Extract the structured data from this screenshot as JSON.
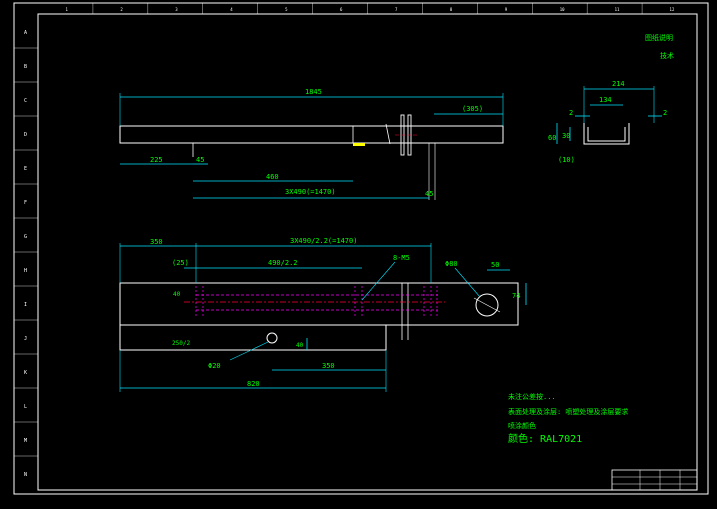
{
  "drawing": {
    "colors": {
      "background": "#000000",
      "frame": "#ffffff",
      "dimension": "#00e5ff",
      "text": "#00ff00",
      "centerline": "#ff0033",
      "hidden": "#ff00ff",
      "yellow": "#ffff00"
    },
    "border_letters_left": [
      "A",
      "B",
      "C",
      "D",
      "E",
      "F",
      "G",
      "H",
      "I",
      "J",
      "K",
      "L",
      "M",
      "N"
    ],
    "border_numbers_top": [
      "1",
      "2",
      "3",
      "4",
      "5",
      "6",
      "7",
      "8",
      "9",
      "10",
      "11",
      "12"
    ],
    "top_right_notes": {
      "line1": "图纸说明",
      "line2": "技术"
    },
    "profile_section": {
      "width_total": "214",
      "width_inner": "134",
      "lip_left": "2",
      "lip_right": "2",
      "height_outer": "60",
      "height_inner": "30",
      "thickness": "(10)"
    },
    "front_view": {
      "overall_length": "1845",
      "right_offset": "(305)",
      "left_dim": "225",
      "left_small": "45",
      "pitch_first": "460",
      "pitch_total": "3X490(=1470)",
      "right_small": "45"
    },
    "plan_view": {
      "left_dim": "350",
      "hole_pitch_total": "3X490/2.2(=1470)",
      "left_offset": "(25)",
      "hole_pitch": "490/2.2",
      "holes_label": "8-M5",
      "big_hole": "Φ80",
      "big_hole_offset": "50",
      "big_hole_vertical": "74",
      "left_height": "40",
      "lower_height": "250/2",
      "small_hole": "Φ20",
      "small_hole_vert": "40",
      "lower_offset": "350",
      "lower_length": "820"
    },
    "notes": {
      "line1": "未注公差按...",
      "line2": "表面处理及涂层: 喷塑处理及涂层要求",
      "line3": "喷涂颜色",
      "color_label": "颜色: RAL7021"
    }
  }
}
